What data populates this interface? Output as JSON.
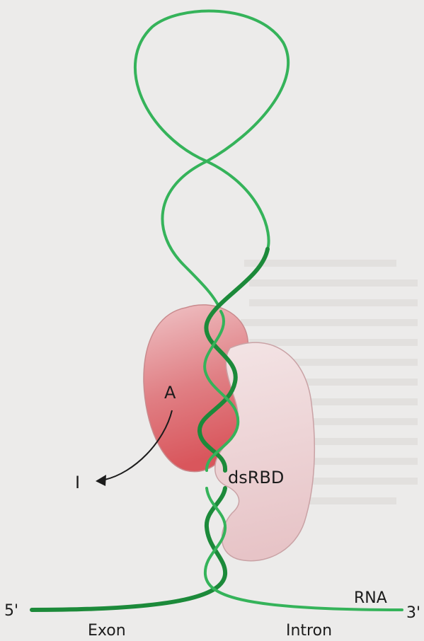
{
  "labels": {
    "a": "A",
    "i": "I",
    "domain": "dsRBD",
    "five_prime": "5'",
    "three_prime": "3'",
    "rna": "RNA",
    "exon": "Exon",
    "intron": "Intron"
  },
  "colors": {
    "background": "#ecebea",
    "strand_dark": "#1c8a3a",
    "strand_light": "#35b35a",
    "protein_dark": "#d96a6e",
    "protein_light": "#f1c9cc"
  }
}
